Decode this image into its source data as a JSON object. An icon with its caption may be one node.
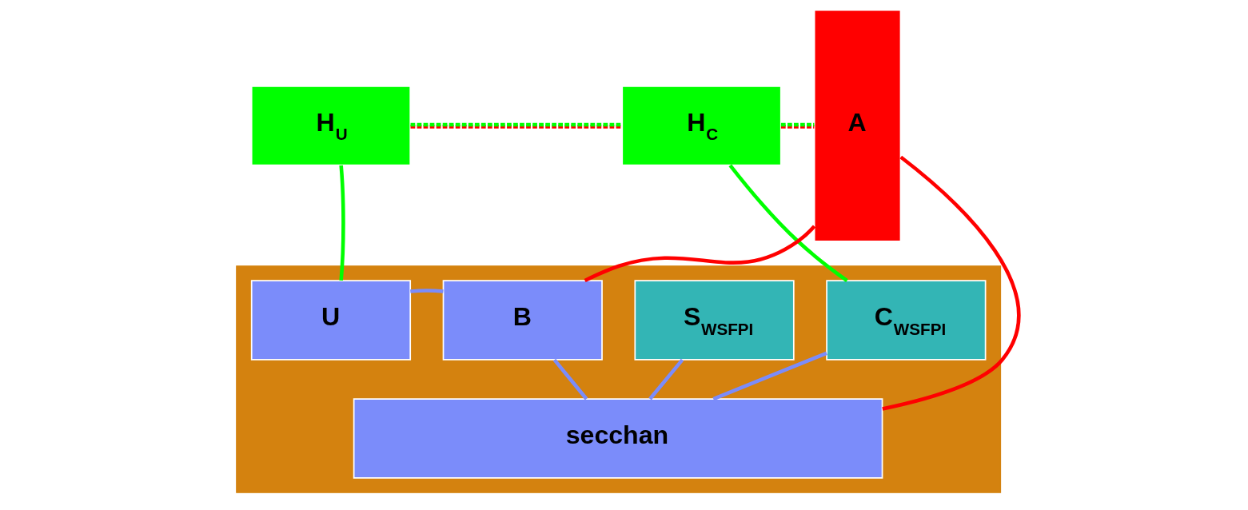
{
  "diagram": {
    "nodes": [
      {
        "text": [
          "H$_{U}$"
        ]
      },
      {
        "text": [
          "H$_{C}$"
        ]
      },
      {
        "text": [
          "A"
        ]
      },
      {
        "text": [],
        "shape": "box"
      },
      {
        "text": [
          "U"
        ],
        "in": 3
      },
      {
        "text": [
          "B"
        ],
        "in": 3
      },
      {
        "text": [
          "S$_{WSFPI}$"
        ],
        "in": 3
      },
      {
        "text": [
          "C$_{WSFPI}$"
        ],
        "in": 3
      },
      {
        "text": [
          "secchan"
        ],
        "in": 3
      }
    ],
    "edges": [
      {
        "from": 0,
        "to": 1,
        "arrow": "none",
        "style": "dashed",
        "color": "#ff0000"
      },
      {
        "from": 1,
        "to": 2,
        "arrow": "none",
        "style": "dashed",
        "color": "#ff0000"
      },
      {
        "from": 0,
        "to": 4,
        "arrow": "none",
        "color": "#00ff00"
      },
      {
        "from": 1,
        "to": 7,
        "arrow": "none",
        "color": "#00ff00"
      },
      {
        "from": 4,
        "to": 5,
        "arrow": "none",
        "color": "#7b8cfa"
      },
      {
        "from": 5,
        "to": 8,
        "arrow": "none",
        "color": "#7b8cfa"
      },
      {
        "from": 6,
        "to": 8,
        "arrow": "none",
        "color": "#7b8cfa"
      },
      {
        "from": 7,
        "to": 8,
        "arrow": "none",
        "color": "#7b8cfa"
      },
      {
        "from": 5,
        "to": 2,
        "arrow": "none",
        "color": "#ff0000"
      },
      {
        "from": 8,
        "to": 2,
        "arrow": "none",
        "color": "#ff0000"
      }
    ]
  }
}
